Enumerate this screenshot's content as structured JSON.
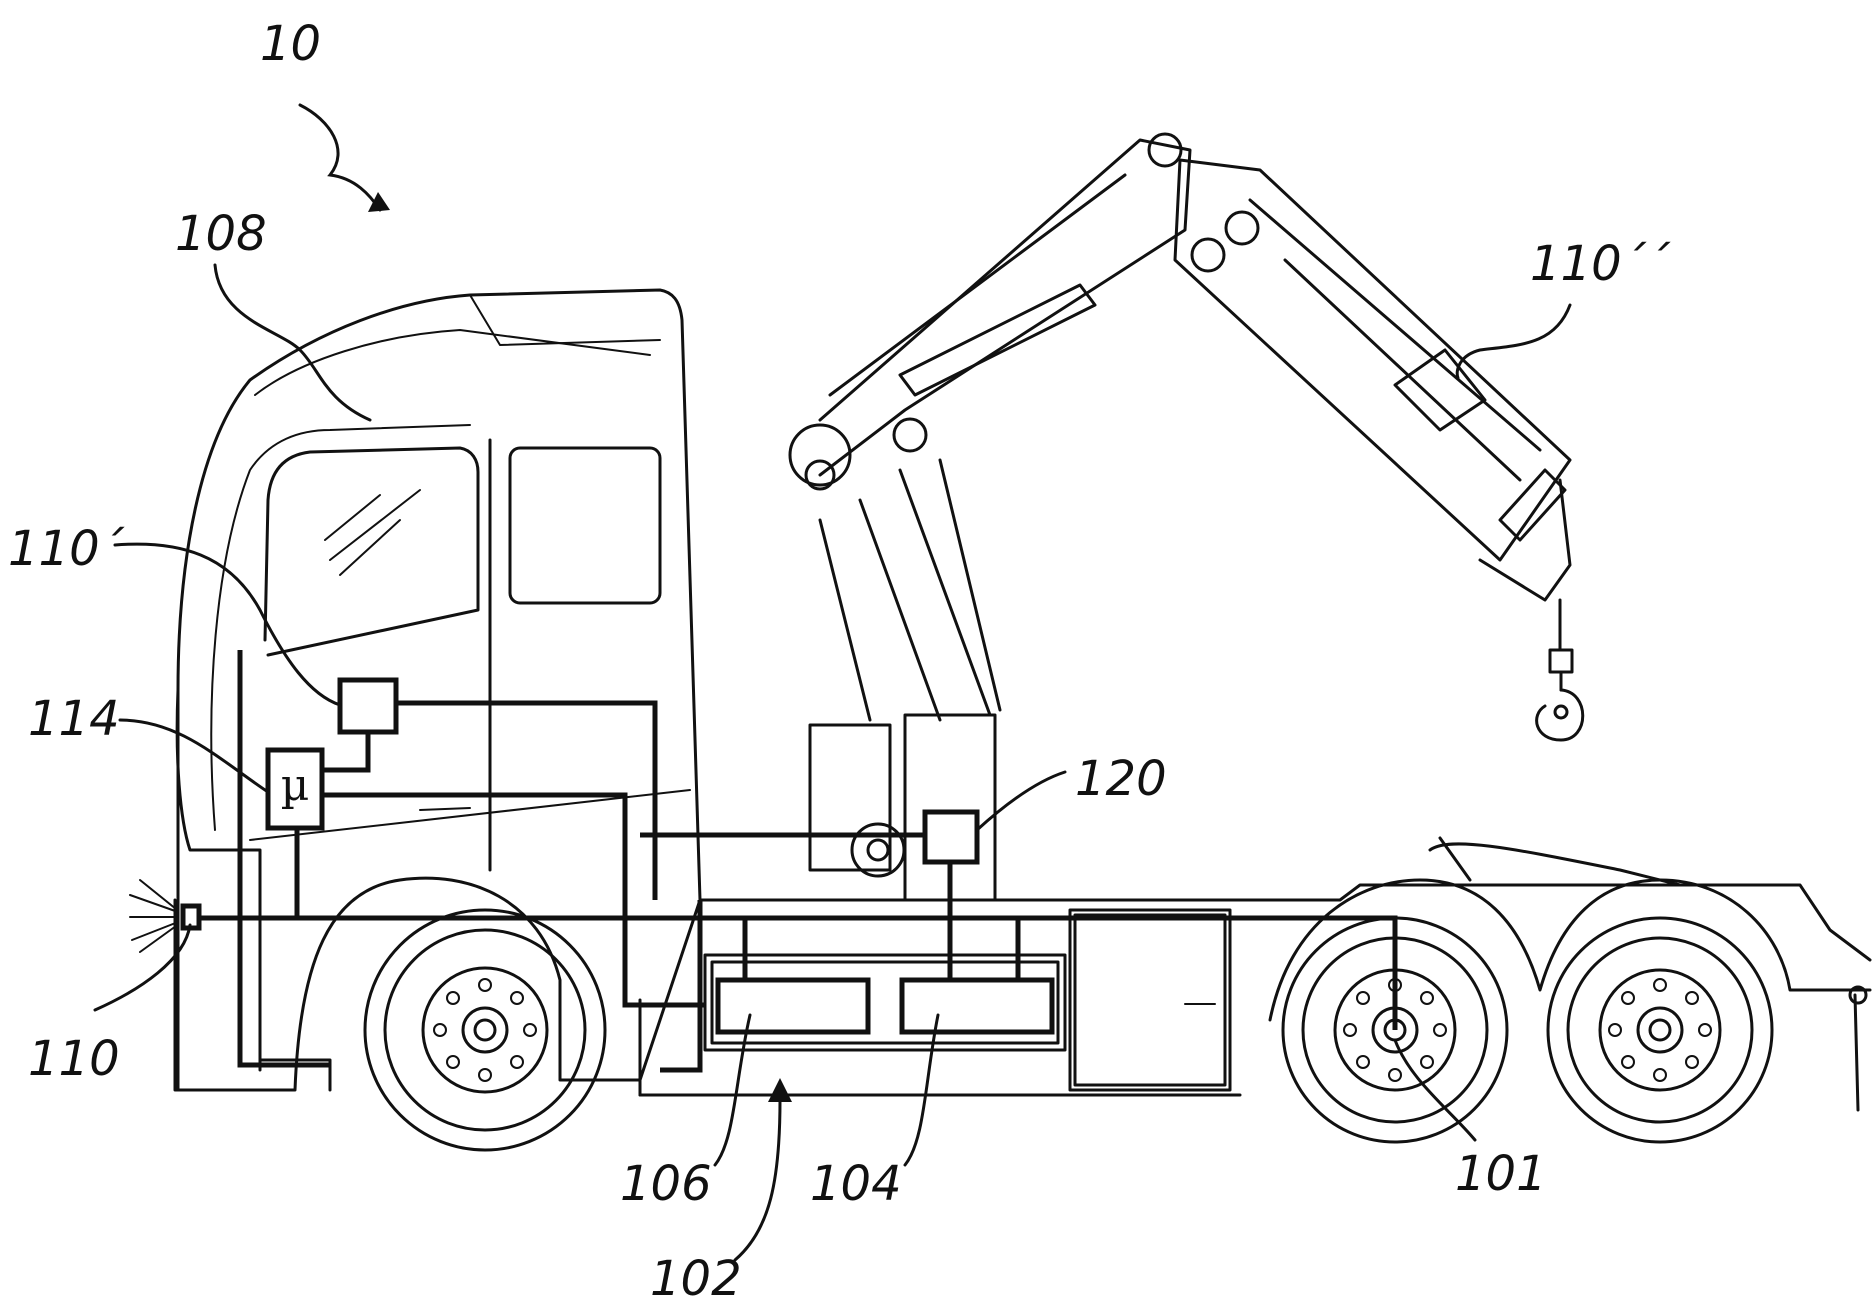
{
  "figure": {
    "labels": {
      "vehicle": "10",
      "wheel_axle": "101",
      "energy_storage": "102",
      "unit_104": "104",
      "unit_106": "106",
      "cab": "108",
      "sensor_front": "110",
      "sensor_cab": "110´",
      "sensor_crane": "110´´",
      "control_unit": "114",
      "crane_node": "120"
    },
    "control_unit_symbol": "µ",
    "icons": [
      "truck-cab",
      "crane-boom",
      "crane-hook",
      "wheel",
      "spray-nozzle"
    ]
  }
}
